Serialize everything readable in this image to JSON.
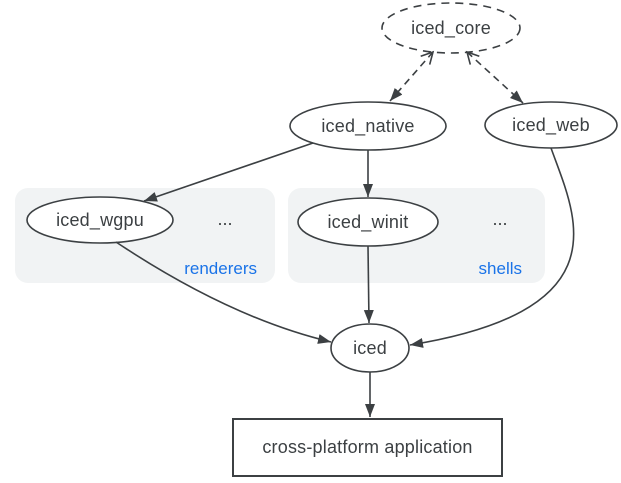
{
  "diagram": {
    "colors": {
      "background": "#ffffff",
      "stroke": "#3c4043",
      "text": "#3c4043",
      "accent_blue": "#1a73e8",
      "group_fill": "#f1f3f4"
    },
    "nodes": {
      "iced_core": {
        "label": "iced_core",
        "shape": "ellipse",
        "border": "dashed"
      },
      "iced_native": {
        "label": "iced_native",
        "shape": "ellipse",
        "border": "solid"
      },
      "iced_web": {
        "label": "iced_web",
        "shape": "ellipse",
        "border": "solid"
      },
      "iced_wgpu": {
        "label": "iced_wgpu",
        "shape": "ellipse",
        "border": "solid"
      },
      "iced_winit": {
        "label": "iced_winit",
        "shape": "ellipse",
        "border": "solid"
      },
      "iced": {
        "label": "iced",
        "shape": "ellipse",
        "border": "solid"
      },
      "app": {
        "label": "cross-platform application",
        "shape": "rectangle",
        "border": "solid"
      }
    },
    "groups": {
      "renderers": {
        "label": "renderers",
        "ellipsis": "...",
        "contains": [
          "iced_wgpu"
        ]
      },
      "shells": {
        "label": "shells",
        "ellipsis": "...",
        "contains": [
          "iced_winit"
        ]
      }
    },
    "edges": [
      {
        "from": "iced_core",
        "to": "iced_native",
        "style": "dashed"
      },
      {
        "from": "iced_core",
        "to": "iced_web",
        "style": "dashed"
      },
      {
        "from": "iced_native",
        "to": "iced_wgpu",
        "style": "solid"
      },
      {
        "from": "iced_native",
        "to": "iced_winit",
        "style": "solid"
      },
      {
        "from": "iced_wgpu",
        "to": "iced",
        "style": "solid"
      },
      {
        "from": "iced_winit",
        "to": "iced",
        "style": "solid"
      },
      {
        "from": "iced_web",
        "to": "iced",
        "style": "solid"
      },
      {
        "from": "iced",
        "to": "app",
        "style": "solid"
      }
    ]
  }
}
